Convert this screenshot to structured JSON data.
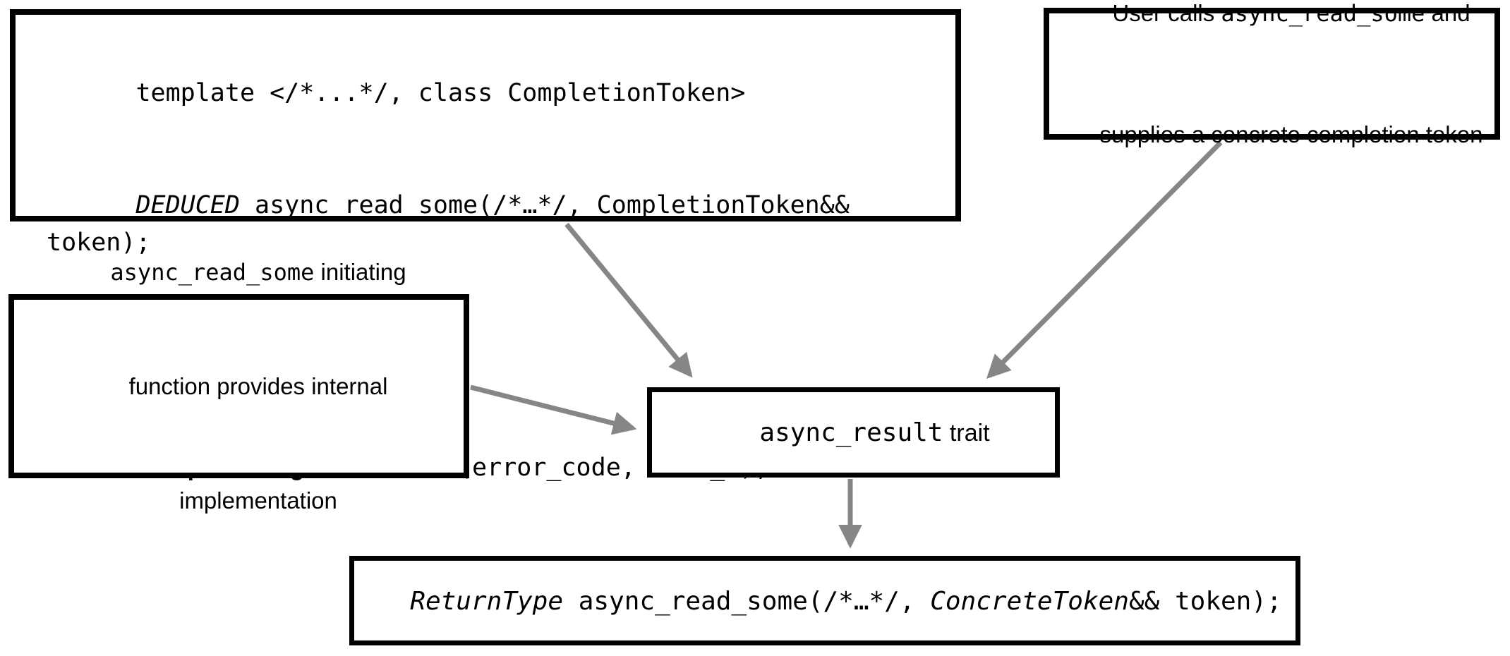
{
  "diagram": {
    "colors": {
      "background": "#ffffff",
      "box_border": "#000000",
      "text": "#000000",
      "arrow": "#868686"
    },
    "boxes": {
      "declaration": {
        "lines": [
          {
            "segments": [
              {
                "text": "template </*...*/, class CompletionToken>"
              }
            ]
          },
          {
            "segments": [
              {
                "text": "DEDUCED"
              },
              {
                "text": " async_read_some(/*…*/, CompletionToken&& token);"
              }
            ]
          },
          {
            "segments": [
              {
                "text": ""
              }
            ]
          },
          {
            "segments": [
              {
                "text": "Completion signature:"
              },
              {
                "text": " void(error_code, size_t);"
              }
            ]
          }
        ]
      },
      "user_call": {
        "lines": [
          {
            "segments": [
              {
                "text": "User calls "
              },
              {
                "text": "async_read_some"
              },
              {
                "text": " and"
              }
            ]
          },
          {
            "segments": [
              {
                "text": "supplies a concrete completion token"
              }
            ]
          }
        ]
      },
      "initiating": {
        "lines": [
          {
            "segments": [
              {
                "text": "async_read_some"
              },
              {
                "text": " initiating"
              }
            ]
          },
          {
            "segments": [
              {
                "text": "function provides internal"
              }
            ]
          },
          {
            "segments": [
              {
                "text": "implementation"
              }
            ]
          }
        ]
      },
      "trait": {
        "segments": [
          {
            "text": "async_result"
          },
          {
            "text": " trait"
          }
        ]
      },
      "result": {
        "segments": [
          {
            "text": "ReturnType"
          },
          {
            "text": " async_read_some(/*…*/, "
          },
          {
            "text": "ConcreteToken"
          },
          {
            "text": "&& token);"
          }
        ]
      }
    },
    "arrows": [
      {
        "from": "declaration-box",
        "to": "trait-box"
      },
      {
        "from": "user-call-box",
        "to": "trait-box"
      },
      {
        "from": "initiating-box",
        "to": "trait-box"
      },
      {
        "from": "trait-box",
        "to": "result-box"
      }
    ]
  }
}
